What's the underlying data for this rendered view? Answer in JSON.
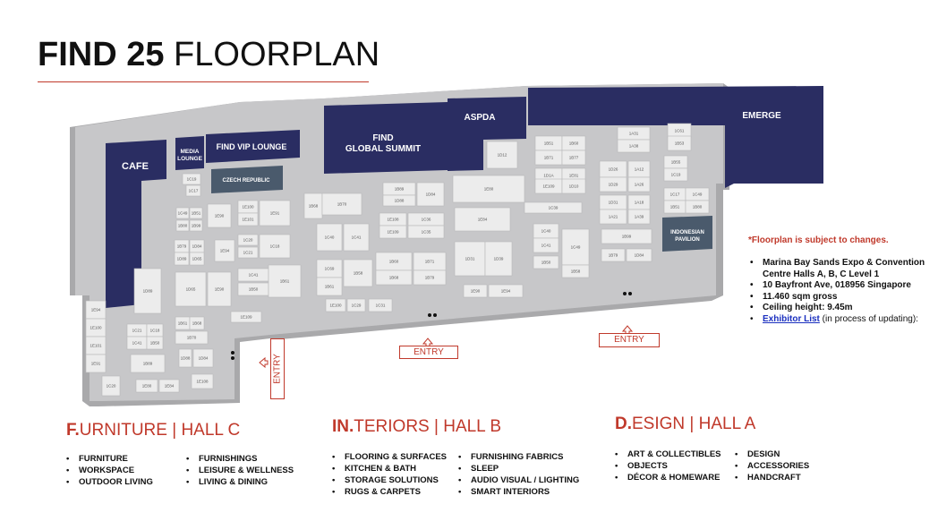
{
  "title": {
    "bold": "FIND 25",
    "rest": " FLOORPLAN"
  },
  "zones": {
    "cafe": "CAFE",
    "media_lounge_1": "MEDIA",
    "media_lounge_2": "LOUNGE",
    "vip_lounge": "FIND VIP LOUNGE",
    "czech": "CZECH REPUBLIC",
    "summit_1": "FIND",
    "summit_2": "GLOBAL SUMMIT",
    "aspda": "ASPDA",
    "emerge": "EMERGE",
    "indonesia_1": "INDONESIAN",
    "indonesia_2": "PAVILION"
  },
  "booths": [
    "1C19",
    "1C17",
    "1C49",
    "1B51",
    "1B80",
    "1B99",
    "1B79",
    "1D84",
    "1D89",
    "1D65",
    "1E90",
    "1E94",
    "1E100",
    "1E101",
    "1E91",
    "1C20",
    "1C21",
    "1C18",
    "1C41",
    "1B50",
    "1B61",
    "1B68",
    "1B70",
    "1B89",
    "1D88",
    "1D84",
    "1E80",
    "1E84",
    "1E108",
    "1E109",
    "1C36",
    "1C35",
    "1C40",
    "1C41",
    "1C69",
    "1B61",
    "1B58",
    "1B60",
    "1B68",
    "1B71",
    "1B79",
    "1D31",
    "1D39",
    "1E90",
    "1E94",
    "1E100",
    "1C29",
    "1C31",
    "1C39",
    "1C40",
    "1C41",
    "1C49",
    "1B50",
    "1B58",
    "1B51",
    "1B60",
    "1B71",
    "1B77",
    "1D1A",
    "1E81",
    "1E109",
    "1D10",
    "1D12",
    "1D26",
    "1D29",
    "1D31",
    "1A21",
    "1A31",
    "1A38",
    "1A12",
    "1A26",
    "1A18",
    "1A39",
    "1C61",
    "1B53",
    "1B55"
  ],
  "entries": {
    "left": "ENTRY",
    "middle": "ENTRY",
    "right": "ENTRY"
  },
  "notes": {
    "disclaimer": "*Floorplan is subject to changes.",
    "items": [
      "Marina Bay Sands Expo & Convention Centre Halls A, B, C Level 1",
      "10 Bayfront Ave, 018956 Singapore",
      "11.460 sqm gross",
      "Ceiling height: 9.45m"
    ],
    "link_label": "Exhibitor List",
    "link_rest": " (in process of updating):"
  },
  "halls": [
    {
      "lead": "F.",
      "rest": "URNITURE | HALL C",
      "col1": [
        "FURNITURE",
        "WORKSPACE",
        "OUTDOOR LIVING"
      ],
      "col2": [
        "FURNISHINGS",
        "LEISURE & WELLNESS",
        "LIVING & DINING"
      ]
    },
    {
      "lead": "IN.",
      "rest": "TERIORS | HALL B",
      "col1": [
        "FLOORING & SURFACES",
        "KITCHEN & BATH",
        "STORAGE SOLUTIONS",
        "RUGS & CARPETS"
      ],
      "col2": [
        "FURNISHING FABRICS",
        "SLEEP",
        "AUDIO VISUAL / LIGHTING",
        "SMART INTERIORS"
      ]
    },
    {
      "lead": "D.",
      "rest": "ESIGN | HALL A",
      "col1": [
        "ART & COLLECTIBLES",
        "OBJECTS",
        "DÉCOR & HOMEWARE"
      ],
      "col2": [
        "DESIGN",
        "ACCESSORIES",
        "HANDCRAFT"
      ]
    }
  ],
  "colors": {
    "accent": "#c0392b",
    "zone": "#2a2d62",
    "floor": "#c7c7c9",
    "booth": "#ececec",
    "pavilion": "#4a5a6c",
    "link": "#1a2fbf"
  }
}
